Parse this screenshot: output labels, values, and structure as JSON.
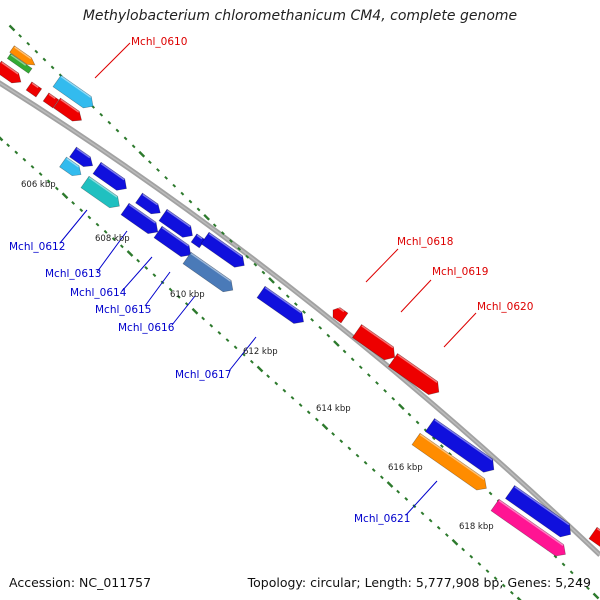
{
  "title": "Methylobacterium chloromethanicum CM4, complete genome",
  "footer": {
    "accession": "Accession: NC_011757",
    "summary": "Topology: circular; Length: 5,777,908 bp; Genes: 5,249"
  },
  "colors": {
    "backbone": "#888888",
    "tick": "#2d7a2d",
    "label_red": "#dd0000",
    "label_blue": "#0000cc"
  },
  "ticks": [
    "606 kbp",
    "608 kbp",
    "610 kbp",
    "612 kbp",
    "614 kbp",
    "616 kbp",
    "618 kbp"
  ],
  "genes": [
    {
      "name": "Mchl_0610",
      "color": "#dd0000"
    },
    {
      "name": "Mchl_0612",
      "color": "#0000cc"
    },
    {
      "name": "Mchl_0613",
      "color": "#0000cc"
    },
    {
      "name": "Mchl_0614",
      "color": "#0000cc"
    },
    {
      "name": "Mchl_0615",
      "color": "#0000cc"
    },
    {
      "name": "Mchl_0616",
      "color": "#0000cc"
    },
    {
      "name": "Mchl_0617",
      "color": "#0000cc"
    },
    {
      "name": "Mchl_0618",
      "color": "#dd0000"
    },
    {
      "name": "Mchl_0619",
      "color": "#dd0000"
    },
    {
      "name": "Mchl_0620",
      "color": "#dd0000"
    },
    {
      "name": "Mchl_0621",
      "color": "#0000cc"
    }
  ]
}
